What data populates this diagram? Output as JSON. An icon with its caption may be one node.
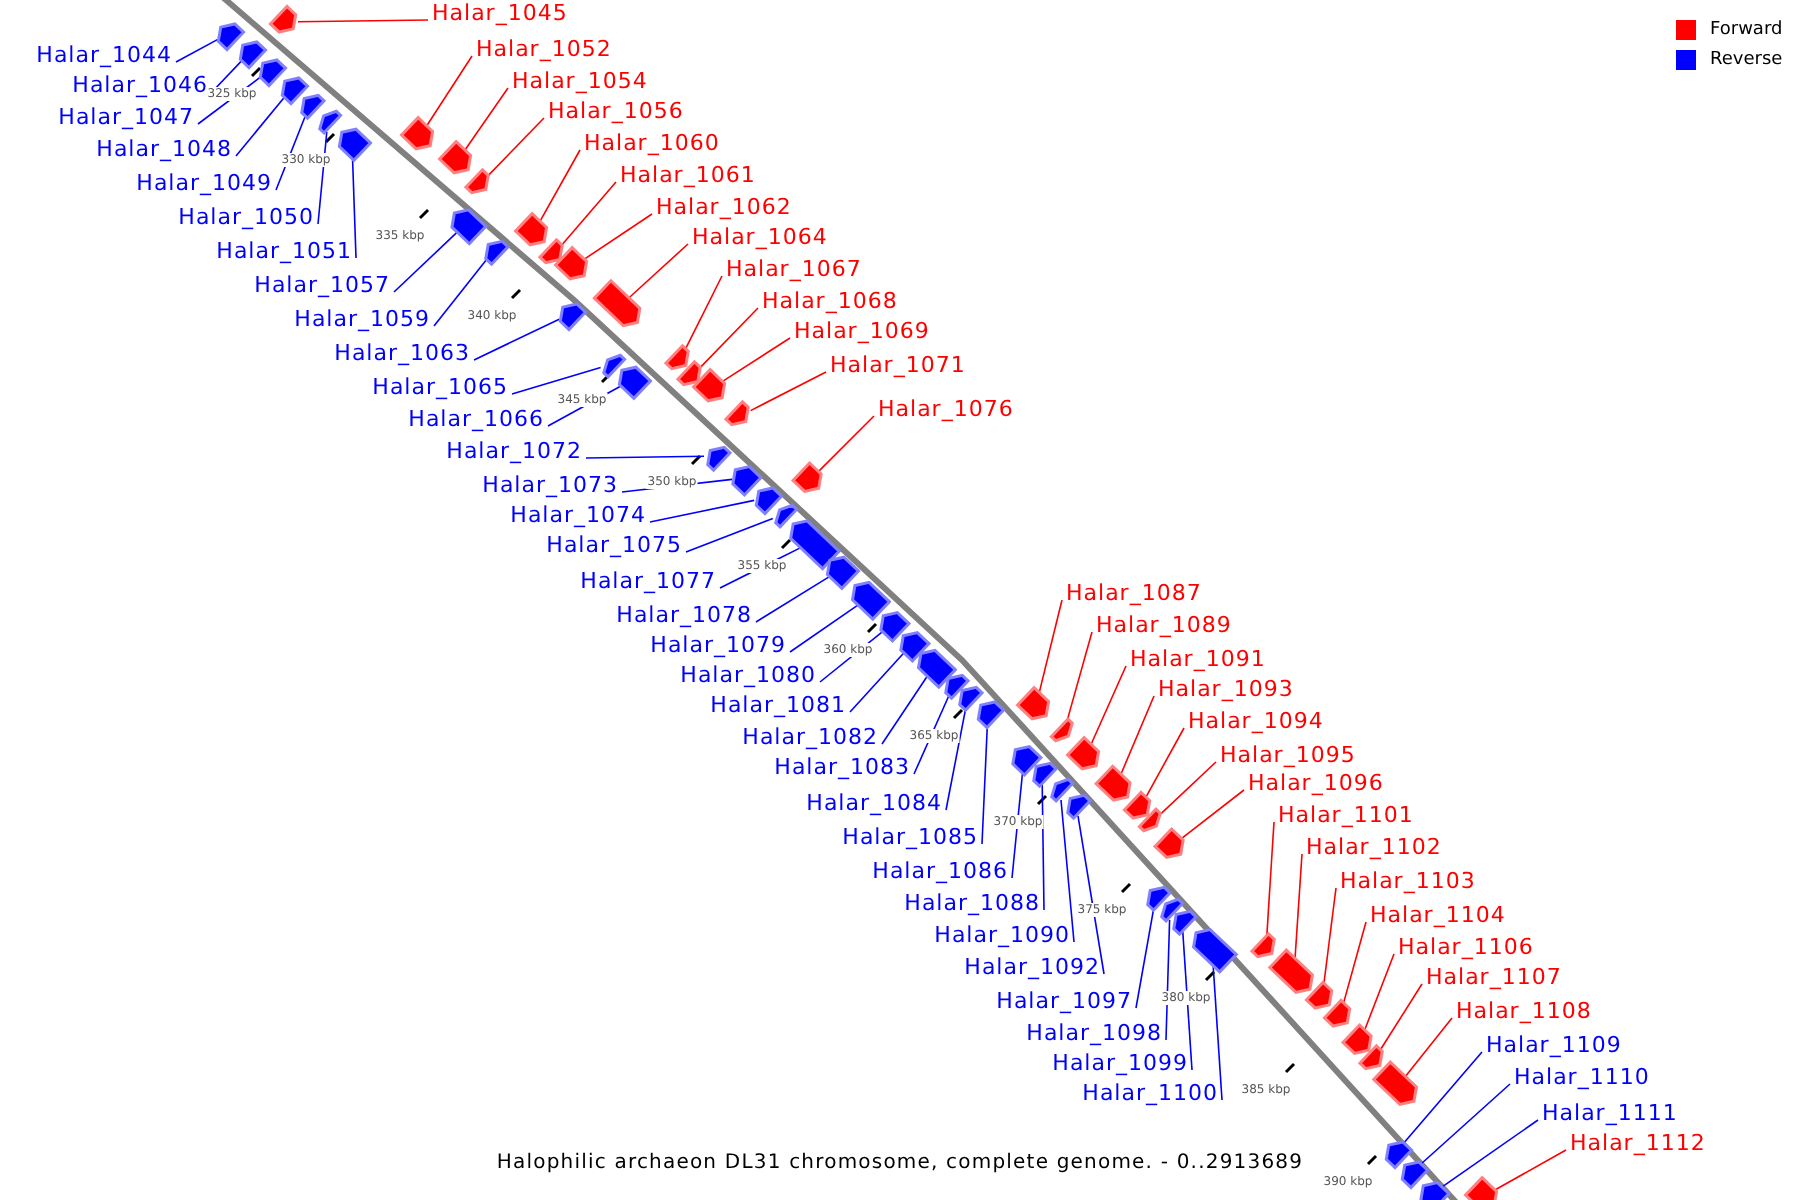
{
  "diagram": {
    "caption": "Halophilic archaeon DL31 chromosome, complete genome. - 0..2913689",
    "nodes": [
      {
        "text": [
          "Halar_1044"
        ]
      },
      {
        "text": [],
        "shape": "box"
      },
      {
        "text": [
          "Halar_1045"
        ]
      },
      {
        "text": [],
        "shape": "box"
      },
      {
        "text": [
          "Halar_1046"
        ]
      },
      {
        "text": [],
        "shape": "box"
      },
      {
        "text": [
          "Halar_1047"
        ]
      },
      {
        "text": [],
        "shape": "box"
      },
      {
        "text": [
          "Halar_1048"
        ]
      },
      {
        "text": [],
        "shape": "box"
      },
      {
        "text": [
          "Halar_1049"
        ]
      },
      {
        "text": [],
        "shape": "box"
      },
      {
        "text": [
          "Halar_1050"
        ]
      },
      {
        "text": [],
        "shape": "box"
      },
      {
        "text": [
          "Halar_1051"
        ]
      },
      {
        "text": [],
        "shape": "box"
      },
      {
        "text": [
          "Halar_1052"
        ]
      },
      {
        "text": [],
        "shape": "box"
      },
      {
        "text": [
          "Halar_1054"
        ]
      },
      {
        "text": [],
        "shape": "box"
      },
      {
        "text": [
          "Halar_1056"
        ]
      },
      {
        "text": [],
        "shape": "box"
      },
      {
        "text": [
          "Halar_1057"
        ]
      },
      {
        "text": [],
        "shape": "box"
      },
      {
        "text": [
          "Halar_1059"
        ]
      },
      {
        "text": [],
        "shape": "box"
      },
      {
        "text": [
          "Halar_1060"
        ]
      },
      {
        "text": [],
        "shape": "box"
      },
      {
        "text": [
          "Halar_1061"
        ]
      },
      {
        "text": [],
        "shape": "box"
      },
      {
        "text": [
          "Halar_1062"
        ]
      },
      {
        "text": [],
        "shape": "box"
      },
      {
        "text": [
          "Halar_1063"
        ]
      },
      {
        "text": [],
        "shape": "box"
      },
      {
        "text": [
          "Halar_1064"
        ]
      },
      {
        "text": [],
        "shape": "box"
      },
      {
        "text": [
          "Halar_1065"
        ]
      },
      {
        "text": [],
        "shape": "box"
      },
      {
        "text": [
          "Halar_1066"
        ]
      },
      {
        "text": [],
        "shape": "box"
      },
      {
        "text": [
          "Halar_1067"
        ]
      },
      {
        "text": [],
        "shape": "box"
      },
      {
        "text": [
          "Halar_1068"
        ]
      },
      {
        "text": [],
        "shape": "box"
      },
      {
        "text": [
          "Halar_1069"
        ]
      },
      {
        "text": [],
        "shape": "box"
      },
      {
        "text": [
          "Halar_1071"
        ]
      },
      {
        "text": [],
        "shape": "box"
      },
      {
        "text": [
          "Halar_1072"
        ]
      },
      {
        "text": [],
        "shape": "box"
      },
      {
        "text": [
          "Halar_1073"
        ]
      },
      {
        "text": [],
        "shape": "box"
      },
      {
        "text": [
          "Halar_1074"
        ]
      },
      {
        "text": [],
        "shape": "box"
      },
      {
        "text": [
          "Halar_1075"
        ]
      },
      {
        "text": [],
        "shape": "box"
      },
      {
        "text": [
          "Halar_1076"
        ]
      },
      {
        "text": [],
        "shape": "box"
      },
      {
        "text": [
          "Halar_1077"
        ]
      },
      {
        "text": [],
        "shape": "box"
      },
      {
        "text": [
          "Halar_1078"
        ]
      },
      {
        "text": [],
        "shape": "box"
      },
      {
        "text": [
          "Halar_1079"
        ]
      },
      {
        "text": [],
        "shape": "box"
      },
      {
        "text": [
          "Halar_1080"
        ]
      },
      {
        "text": [],
        "shape": "box"
      },
      {
        "text": [
          "Halar_1081"
        ]
      },
      {
        "text": [],
        "shape": "box"
      },
      {
        "text": [
          "Halar_1082"
        ]
      },
      {
        "text": [],
        "shape": "box"
      },
      {
        "text": [
          "Halar_1083"
        ]
      },
      {
        "text": [],
        "shape": "box"
      },
      {
        "text": [
          "Halar_1084"
        ]
      },
      {
        "text": [],
        "shape": "box"
      },
      {
        "text": [
          "Halar_1085"
        ]
      },
      {
        "text": [],
        "shape": "box"
      },
      {
        "text": [
          "Halar_1086"
        ]
      },
      {
        "text": [],
        "shape": "box"
      },
      {
        "text": [
          "Halar_1087"
        ]
      },
      {
        "text": [],
        "shape": "box"
      },
      {
        "text": [
          "Halar_1088"
        ]
      },
      {
        "text": [],
        "shape": "box"
      },
      {
        "text": [
          "Halar_1089"
        ]
      },
      {
        "text": [],
        "shape": "box"
      },
      {
        "text": [
          "Halar_1090"
        ]
      },
      {
        "text": [],
        "shape": "box"
      },
      {
        "text": [
          "Halar_1091"
        ]
      },
      {
        "text": [],
        "shape": "box"
      },
      {
        "text": [
          "Halar_1092"
        ]
      },
      {
        "text": [],
        "shape": "box"
      },
      {
        "text": [
          "Halar_1093"
        ]
      },
      {
        "text": [],
        "shape": "box"
      },
      {
        "text": [
          "Halar_1094"
        ]
      },
      {
        "text": [],
        "shape": "box"
      },
      {
        "text": [
          "Halar_1095"
        ]
      },
      {
        "text": [],
        "shape": "box"
      },
      {
        "text": [
          "Halar_1096"
        ]
      },
      {
        "text": [],
        "shape": "box"
      },
      {
        "text": [
          "Halar_1097"
        ]
      },
      {
        "text": [],
        "shape": "box"
      },
      {
        "text": [
          "Halar_1098"
        ]
      },
      {
        "text": [],
        "shape": "box"
      },
      {
        "text": [
          "Halar_1099"
        ]
      },
      {
        "text": [],
        "shape": "box"
      },
      {
        "text": [
          "Halar_1100"
        ]
      },
      {
        "text": [],
        "shape": "box"
      },
      {
        "text": [
          "Halar_1101"
        ]
      },
      {
        "text": [],
        "shape": "box"
      },
      {
        "text": [
          "Halar_1102"
        ]
      },
      {
        "text": [],
        "shape": "box"
      },
      {
        "text": [
          "Halar_1103"
        ]
      },
      {
        "text": [],
        "shape": "box"
      },
      {
        "text": [
          "Halar_1104"
        ]
      },
      {
        "text": [],
        "shape": "box"
      },
      {
        "text": [
          "Halar_1106"
        ]
      },
      {
        "text": [],
        "shape": "box"
      },
      {
        "text": [
          "Halar_1107"
        ]
      },
      {
        "text": [],
        "shape": "box"
      },
      {
        "text": [
          "Halar_1108"
        ]
      },
      {
        "text": [],
        "shape": "box"
      },
      {
        "text": [
          "Halar_1109"
        ]
      },
      {
        "text": [],
        "shape": "box"
      },
      {
        "text": [
          "Halar_1110"
        ]
      },
      {
        "text": [],
        "shape": "box"
      },
      {
        "text": [
          "Halar_1111"
        ]
      },
      {
        "text": [],
        "shape": "box"
      },
      {
        "text": [
          "Halar_1112"
        ]
      },
      {
        "text": [],
        "shape": "box"
      }
    ],
    "edges": [
      {
        "from": 0,
        "to": 1,
        "arrow": "none"
      },
      {
        "from": 2,
        "to": 3,
        "arrow": "none",
        "color": "#ff0000"
      },
      {
        "from": 4,
        "to": 5,
        "arrow": "none"
      },
      {
        "from": 6,
        "to": 7,
        "arrow": "none"
      },
      {
        "from": 8,
        "to": 9,
        "arrow": "none"
      },
      {
        "from": 10,
        "to": 11,
        "arrow": "none"
      },
      {
        "from": 12,
        "to": 13,
        "arrow": "none"
      },
      {
        "from": 14,
        "to": 15,
        "arrow": "none"
      },
      {
        "from": 16,
        "to": 17,
        "arrow": "none",
        "color": "#ff0000"
      },
      {
        "from": 18,
        "to": 19,
        "arrow": "none",
        "color": "#ff0000"
      },
      {
        "from": 20,
        "to": 21,
        "arrow": "none",
        "color": "#ff0000"
      },
      {
        "from": 22,
        "to": 23,
        "arrow": "none"
      },
      {
        "from": 24,
        "to": 25,
        "arrow": "none"
      },
      {
        "from": 26,
        "to": 27,
        "arrow": "none",
        "color": "#ff0000"
      },
      {
        "from": 28,
        "to": 29,
        "arrow": "none",
        "color": "#ff0000"
      },
      {
        "from": 30,
        "to": 31,
        "arrow": "none",
        "color": "#ff0000"
      },
      {
        "from": 32,
        "to": 33,
        "arrow": "none"
      },
      {
        "from": 34,
        "to": 35,
        "arrow": "none",
        "color": "#ff0000"
      },
      {
        "from": 36,
        "to": 37,
        "arrow": "none"
      },
      {
        "from": 38,
        "to": 39,
        "arrow": "none"
      },
      {
        "from": 40,
        "to": 41,
        "arrow": "none",
        "color": "#ff0000"
      },
      {
        "from": 42,
        "to": 43,
        "arrow": "none",
        "color": "#ff0000"
      },
      {
        "from": 44,
        "to": 45,
        "arrow": "none",
        "color": "#ff0000"
      },
      {
        "from": 46,
        "to": 47,
        "arrow": "none",
        "color": "#ff0000"
      },
      {
        "from": 48,
        "to": 49,
        "arrow": "none"
      },
      {
        "from": 50,
        "to": 51,
        "arrow": "none"
      },
      {
        "from": 52,
        "to": 53,
        "arrow": "none"
      },
      {
        "from": 54,
        "to": 55,
        "arrow": "none"
      },
      {
        "from": 56,
        "to": 57,
        "arrow": "none",
        "color": "#ff0000"
      },
      {
        "from": 58,
        "to": 59,
        "arrow": "none"
      },
      {
        "from": 60,
        "to": 61,
        "arrow": "none"
      },
      {
        "from": 62,
        "to": 63,
        "arrow": "none"
      },
      {
        "from": 64,
        "to": 65,
        "arrow": "none"
      },
      {
        "from": 66,
        "to": 67,
        "arrow": "none"
      },
      {
        "from": 68,
        "to": 69,
        "arrow": "none"
      },
      {
        "from": 70,
        "to": 71,
        "arrow": "none"
      },
      {
        "from": 72,
        "to": 73,
        "arrow": "none"
      },
      {
        "from": 74,
        "to": 75,
        "arrow": "none"
      },
      {
        "from": 76,
        "to": 77,
        "arrow": "none"
      },
      {
        "from": 78,
        "to": 79,
        "arrow": "none",
        "color": "#ff0000"
      },
      {
        "from": 80,
        "to": 81,
        "arrow": "none"
      },
      {
        "from": 82,
        "to": 83,
        "arrow": "none",
        "color": "#ff0000"
      },
      {
        "from": 84,
        "to": 85,
        "arrow": "none"
      },
      {
        "from": 86,
        "to": 87,
        "arrow": "none",
        "color": "#ff0000"
      },
      {
        "from": 88,
        "to": 89,
        "arrow": "none"
      },
      {
        "from": 90,
        "to": 91,
        "arrow": "none",
        "color": "#ff0000"
      },
      {
        "from": 92,
        "to": 93,
        "arrow": "none",
        "color": "#ff0000"
      },
      {
        "from": 94,
        "to": 95,
        "arrow": "none",
        "color": "#ff0000"
      },
      {
        "from": 96,
        "to": 97,
        "arrow": "none",
        "color": "#ff0000"
      },
      {
        "from": 98,
        "to": 99,
        "arrow": "none"
      },
      {
        "from": 100,
        "to": 101,
        "arrow": "none"
      },
      {
        "from": 102,
        "to": 103,
        "arrow": "none"
      },
      {
        "from": 104,
        "to": 105,
        "arrow": "none"
      },
      {
        "from": 106,
        "to": 107,
        "arrow": "none",
        "color": "#ff0000"
      },
      {
        "from": 108,
        "to": 109,
        "arrow": "none",
        "color": "#ff0000"
      },
      {
        "from": 110,
        "to": 111,
        "arrow": "none",
        "color": "#ff0000"
      },
      {
        "from": 112,
        "to": 113,
        "arrow": "none",
        "color": "#ff0000"
      },
      {
        "from": 114,
        "to": 115,
        "arrow": "none",
        "color": "#ff0000"
      },
      {
        "from": 116,
        "to": 117,
        "arrow": "none",
        "color": "#ff0000"
      },
      {
        "from": 118,
        "to": 119,
        "arrow": "none",
        "color": "#ff0000"
      },
      {
        "from": 120,
        "to": 121,
        "arrow": "none"
      },
      {
        "from": 122,
        "to": 123,
        "arrow": "none"
      },
      {
        "from": 124,
        "to": 125,
        "arrow": "none"
      },
      {
        "from": 126,
        "to": 127,
        "arrow": "none",
        "color": "#ff0000"
      }
    ],
    "labels": [
      "325 kbp",
      "330 kbp",
      "335 kbp",
      "340 kbp",
      "345 kbp",
      "350 kbp",
      "355 kbp",
      "360 kbp",
      "365 kbp",
      "370 kbp",
      "375 kbp",
      "380 kbp",
      "385 kbp",
      "390 kbp"
    ],
    "legend": [
      {
        "text": "Forward",
        "color": "#ff0000"
      },
      {
        "text": "Reverse",
        "color": "#0000ff"
      }
    ]
  }
}
